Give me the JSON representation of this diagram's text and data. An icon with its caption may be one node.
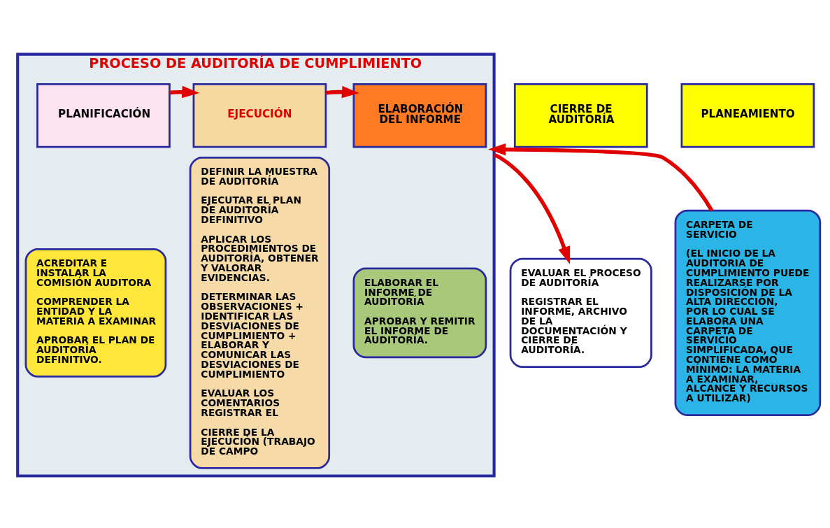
{
  "diagram": {
    "nodes": [
      {
        "text": [
          "PROCESO DE AUDITORÍA DE CUMPLIMIENTO"
        ]
      },
      {
        "text": [
          "PLANEAMIENTO"
        ]
      },
      {
        "text": [
          "CARPETA DE SERVICIO",
          "(EL INICIO DE LA AUDITORIA DE CUMPLIMIENTO PUEDE REALIZARSE POR DISPOSICIÓN DE LA ALTA DIRECCIÓN, POR LO CUAL SE ELABORA UNA CARPETA DE SERVICIO SIMPLIFICADA, QUE CONTIENE COMO MÍNIMO: LA MATERIA A EXAMINAR, ALCANCE Y RECURSOS A UTILIZAR)"
        ]
      },
      {
        "text": [
          "PLANIFICACIÓN"
        ],
        "in": 0
      },
      {
        "text": [
          "ACREDITAR E INSTALAR LA COMISIÓN AUDITORA",
          "COMPRENDER LA ENTIDAD Y LA MATERIA A EXAMINAR",
          "APROBAR EL PLAN DE AUDITORÍA DEFINITIVO."
        ],
        "in": 0
      },
      {
        "text": [
          "EJECUCIÓN"
        ],
        "in": 0
      },
      {
        "text": [
          "DEFINIR LA MUESTRA DE AUDITORÍA",
          "EJECUTAR EL PLAN DE AUDITORÍA DEFINITIVO",
          "APLICAR LOS PROCEDIMIENTOS DE AUDITORÍA, OBTENER Y VALORAR EVIDENCIAS.",
          "DETERMINAR LAS OBSERVACIONES + IDENTIFICAR LAS DESVIACIONES DE CUMPLIMIENTO + ELABORAR Y COMUNICAR LAS DESVIACIONES DE CUMPLIMIENTO",
          "EVALUAR LOS COMENTARIOS REGISTRAR EL",
          "CIERRE DE LA EJECUCIÓN (TRABAJO DE CAMPO"
        ],
        "in": 0
      },
      {
        "text": [
          "ELABORACIÓN DEL INFORME"
        ],
        "in": 0
      },
      {
        "text": [
          "ELABORAR EL INFORME DE AUDITORÍA",
          "APROBAR Y REMITIR EL INFORME DE AUDITORÍA."
        ],
        "in": 0
      },
      {
        "text": [
          "CIERRE DE AUDITORÍA"
        ]
      },
      {
        "text": [
          "EVALUAR EL PROCESO DE AUDITORÍA",
          "REGISTRAR EL INFORME, ARCHIVO DE LA DOCUMENTACIÓN Y CIERRE DE AUDITORÍA."
        ]
      }
    ],
    "edges": [
      {
        "from": 2,
        "to": 0,
        "arrow": "to"
      },
      {
        "from": 3,
        "to": 5,
        "arrow": "to"
      },
      {
        "from": 5,
        "to": 7,
        "arrow": "to"
      },
      {
        "from": 0,
        "to": 10,
        "arrow": "to"
      }
    ]
  }
}
